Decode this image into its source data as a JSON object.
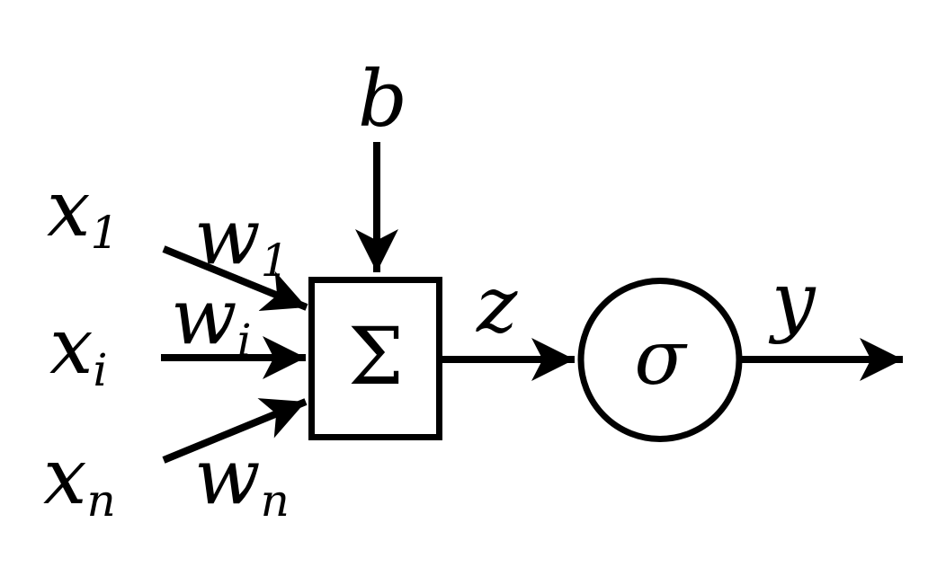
{
  "diagram": {
    "title": "artificial-neuron-diagram",
    "background": "#ffffff",
    "ink": "#000000",
    "inputs": [
      {
        "id": "x1",
        "input_base": "x",
        "input_sub": "1",
        "weight_base": "w",
        "weight_sub": "1"
      },
      {
        "id": "xi",
        "input_base": "x",
        "input_sub": "i",
        "weight_base": "w",
        "weight_sub": "i"
      },
      {
        "id": "xn",
        "input_base": "x",
        "input_sub": "n",
        "weight_base": "w",
        "weight_sub": "n"
      }
    ],
    "bias_label": "b",
    "sum_symbol": "Σ",
    "pre_activation_label": "z",
    "activation_symbol": "σ",
    "output_label": "y"
  }
}
